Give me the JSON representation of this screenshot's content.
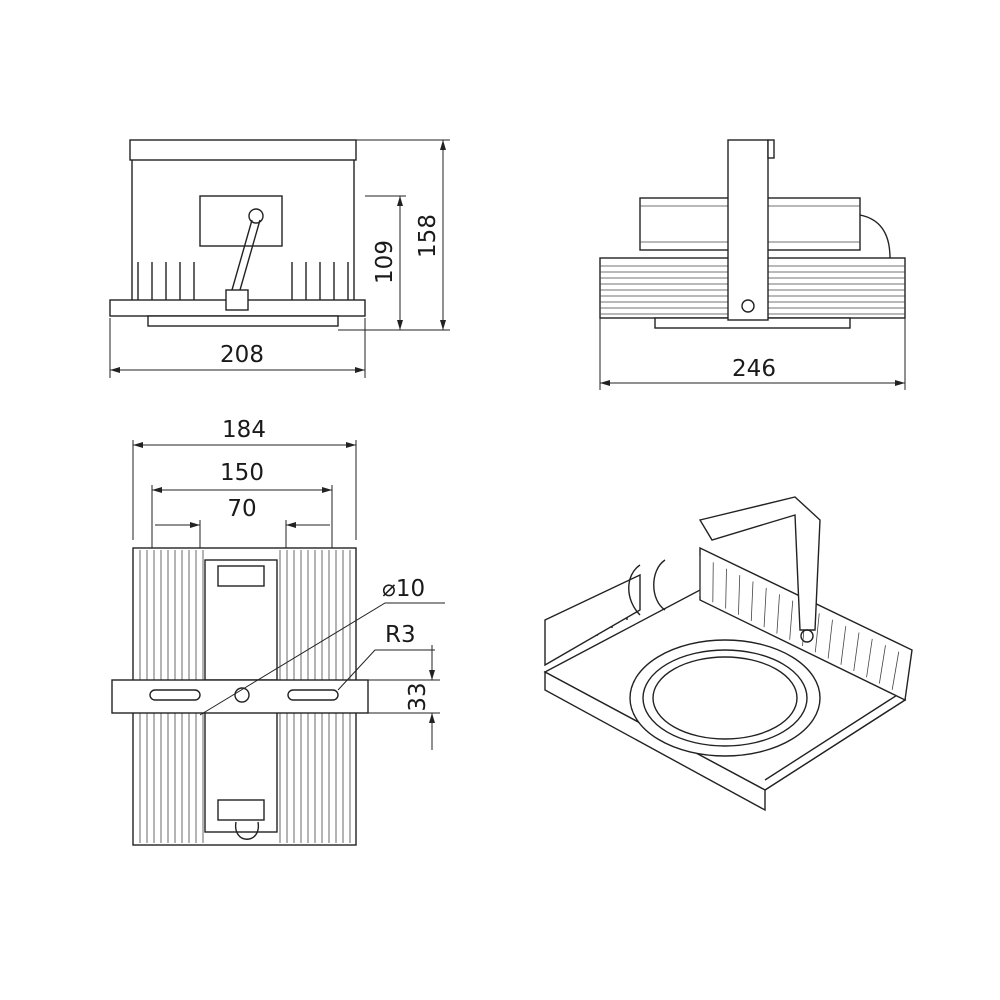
{
  "drawing": {
    "front_view": {
      "height_total": "158",
      "height_partial": "109",
      "width": "208"
    },
    "side_view": {
      "width": "246"
    },
    "plan_view": {
      "width_total": "184",
      "width_mid": "150",
      "width_inner": "70",
      "hole_diameter": "⌀10",
      "radius": "R3",
      "slot_height": "33"
    }
  }
}
